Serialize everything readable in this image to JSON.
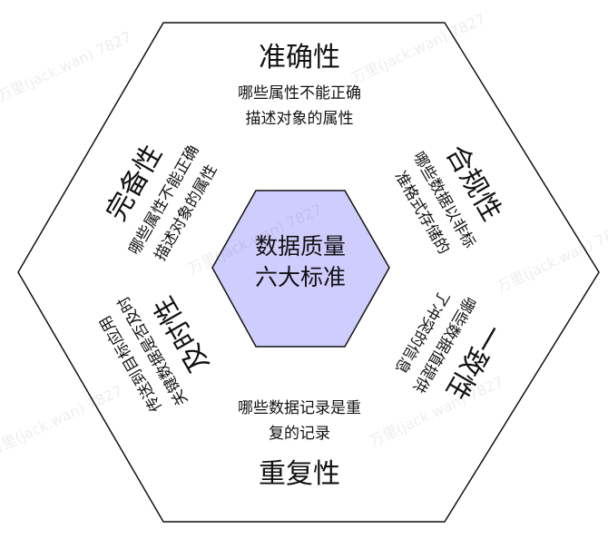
{
  "center": {
    "line1": "数据质量",
    "line2": "六大标准"
  },
  "colors": {
    "center_fill": "#cfcdfd",
    "stroke": "#111111"
  },
  "sides": {
    "top": {
      "title": "准确性",
      "desc1": "哪些属性不能正确",
      "desc2": "描述对象的属性"
    },
    "top_right": {
      "title": "合规性",
      "desc1": "哪些数据以非标",
      "desc2": "准格式存储的"
    },
    "bottom_right": {
      "title": "一致性",
      "desc1": "哪些数据值提供",
      "desc2": "了冲突的信息"
    },
    "bottom": {
      "title": "重复性",
      "desc1": "哪些数据记录是重",
      "desc2": "复的记录"
    },
    "bottom_left": {
      "title": "及时性",
      "desc1": "关键数据是否及时",
      "desc2": "传送到目标应用"
    },
    "top_left": {
      "title": "完备性",
      "desc1": "哪些属性不能正确",
      "desc2": "描述对象的属性"
    }
  },
  "watermark": "万里(jack.wan) 7827"
}
